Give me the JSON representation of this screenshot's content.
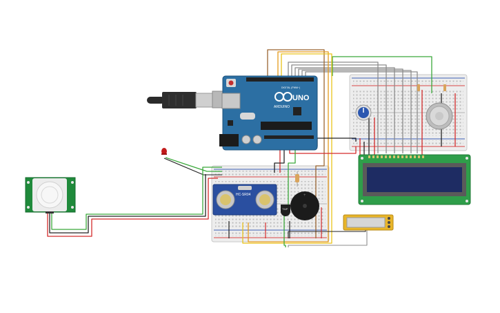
{
  "labels": {
    "arduino_brand": "UNO",
    "arduino_logo_text": "ARDUINO",
    "arduino_header_text": "DIGITAL (PWM~)",
    "ultrasonic_model": "HC-SR04",
    "tmp_label": "TMP"
  },
  "colors": {
    "background": "#ffffff",
    "arduino_board": "#2c6fa3",
    "breadboard": "#ededed",
    "breadboard_rail_red": "#d64545",
    "breadboard_rail_blue": "#3d5fb5",
    "pir_board": "#1f8a3b",
    "lcd_board": "#2f9e4a",
    "lcd_screen": "#1e2c63",
    "ultrasonic_board": "#2a4fa0",
    "wire_red": "#d42b2b",
    "wire_black": "#222222",
    "wire_green": "#3aa83a",
    "wire_gray": "#8c8c8c",
    "wire_orange": "#e59a1a",
    "wire_yellow": "#e9c21a",
    "wire_brown": "#9a6531",
    "led_red": "#c21b1b",
    "usb_cable": "#2a2a2a",
    "sensor_module_yellow": "#e8b52a"
  },
  "components": [
    {
      "name": "Arduino Uno"
    },
    {
      "name": "USB Cable"
    },
    {
      "name": "PIR Motion Sensor"
    },
    {
      "name": "Red LED"
    },
    {
      "name": "Ultrasonic Distance Sensor"
    },
    {
      "name": "Piezo Buzzer"
    },
    {
      "name": "Temperature Sensor"
    },
    {
      "name": "Potentiometer"
    },
    {
      "name": "Gas Sensor"
    },
    {
      "name": "LCD 16x2"
    },
    {
      "name": "Soil/Force Module"
    },
    {
      "name": "Breadboard (small)"
    },
    {
      "name": "Breadboard (lcd side)"
    }
  ]
}
